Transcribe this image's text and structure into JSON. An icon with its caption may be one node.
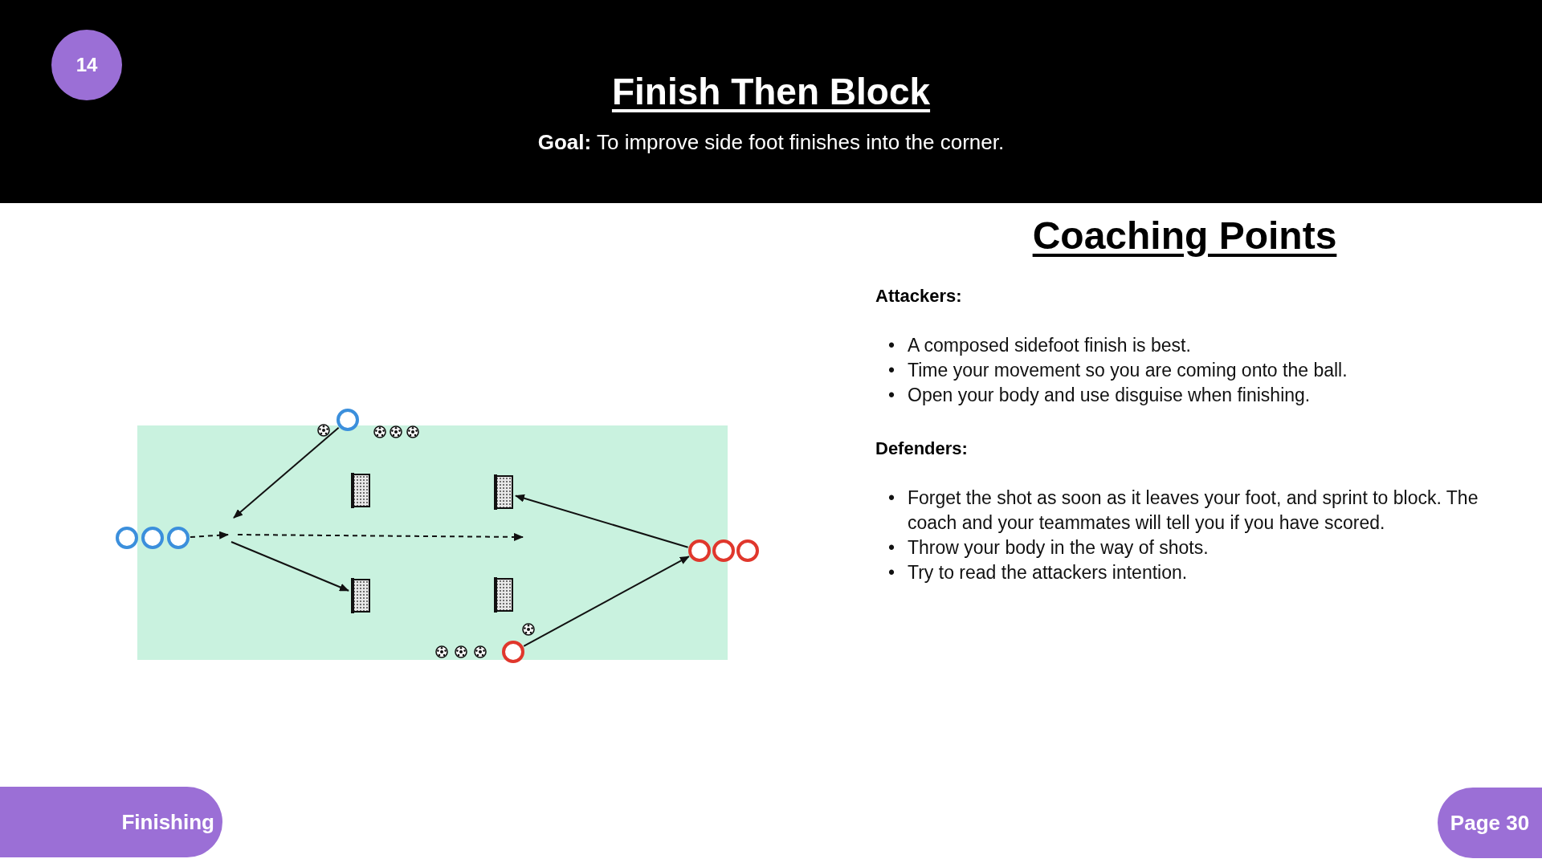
{
  "diagram": {
    "title": "Finish Then Block",
    "nodes": [
      {
        "text": [
          "14"
        ]
      },
      {
        "text": [],
        "shape": "box"
      },
      {
        "text": [],
        "shape": "circle"
      },
      {
        "text": [],
        "shape": "goal",
        "in": 1
      },
      {
        "text": [],
        "shape": "goal",
        "in": 1
      },
      {
        "text": [],
        "shape": "circle"
      },
      {
        "text": [],
        "shape": "circle",
        "in": 1
      },
      {
        "text": [],
        "shape": "circle",
        "in": 1
      },
      {
        "text": [],
        "shape": "circle",
        "in": 1
      },
      {
        "text": [],
        "shape": "circle"
      },
      {
        "text": [],
        "shape": "circle"
      },
      {
        "text": [],
        "shape": "goal",
        "in": 1
      },
      {
        "text": [],
        "shape": "goal",
        "in": 1
      },
      {
        "text": [],
        "shape": "circle"
      },
      {
        "text": [
          "Finishing"
        ]
      },
      {
        "text": [
          "Page 30"
        ]
      }
    ],
    "edges": [
      {
        "from": 2,
        "to": null,
        "arrow": "to"
      },
      {
        "from": 7,
        "to": null,
        "arrow": "to",
        "style": "dashed"
      },
      {
        "from": null,
        "to": 11,
        "arrow": "to"
      },
      {
        "from": 8,
        "to": 4,
        "arrow": "to"
      },
      {
        "from": 13,
        "to": 8,
        "arrow": "to"
      }
    ],
    "labels": [
      "**Goal:** To improve side foot finishes into the corner.",
      "Coaching Points",
      "Attackers:",
      "•",
      "A composed sidefoot finish is best.",
      "•",
      "Time your movement so you are coming onto the ball.",
      "•",
      "Open your body and use disguise when finishing.",
      "Defenders:",
      "•",
      "Forget the shot as soon as it leaves your foot, and sprint to block. The coach and your teammates will tell you if you have scored.",
      "•",
      "Throw your body in the way of shots.",
      "•",
      "Try to read the attackers intention."
    ]
  }
}
